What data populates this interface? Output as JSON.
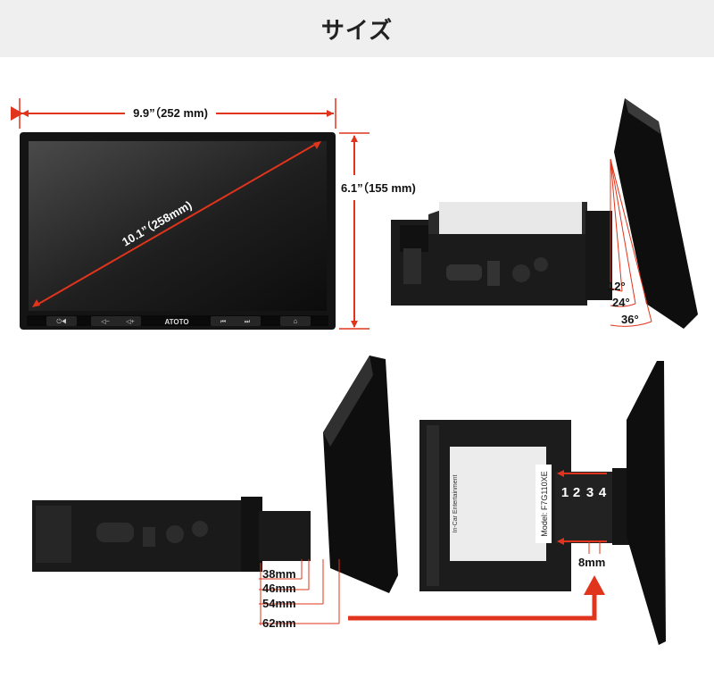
{
  "header": {
    "title": "サイズ"
  },
  "front_view": {
    "width_label": "9.9”（252 mm)",
    "height_label": "6.1”（155 mm)",
    "diagonal_label": "10.1”（258mm)",
    "brand": "ATOTO",
    "button_icons": [
      "power-volume-icon",
      "volume-down-icon",
      "volume-up-icon",
      "previous-icon",
      "next-icon",
      "home-icon"
    ]
  },
  "tilt_view": {
    "angles": [
      "12°",
      "24°",
      "36°"
    ]
  },
  "depth_view": {
    "offsets": [
      "38mm",
      "46mm",
      "54mm",
      "62mm"
    ]
  },
  "top_view": {
    "positions": [
      "1",
      "2",
      "3",
      "4"
    ],
    "step_label": "8mm",
    "model_text": "Model: F7G110XE",
    "sticker_text": "In-Car Entertainment"
  },
  "colors": {
    "accent": "#e0341c",
    "header_bg": "#efefef",
    "unit_dark": "#1a1a1a"
  }
}
